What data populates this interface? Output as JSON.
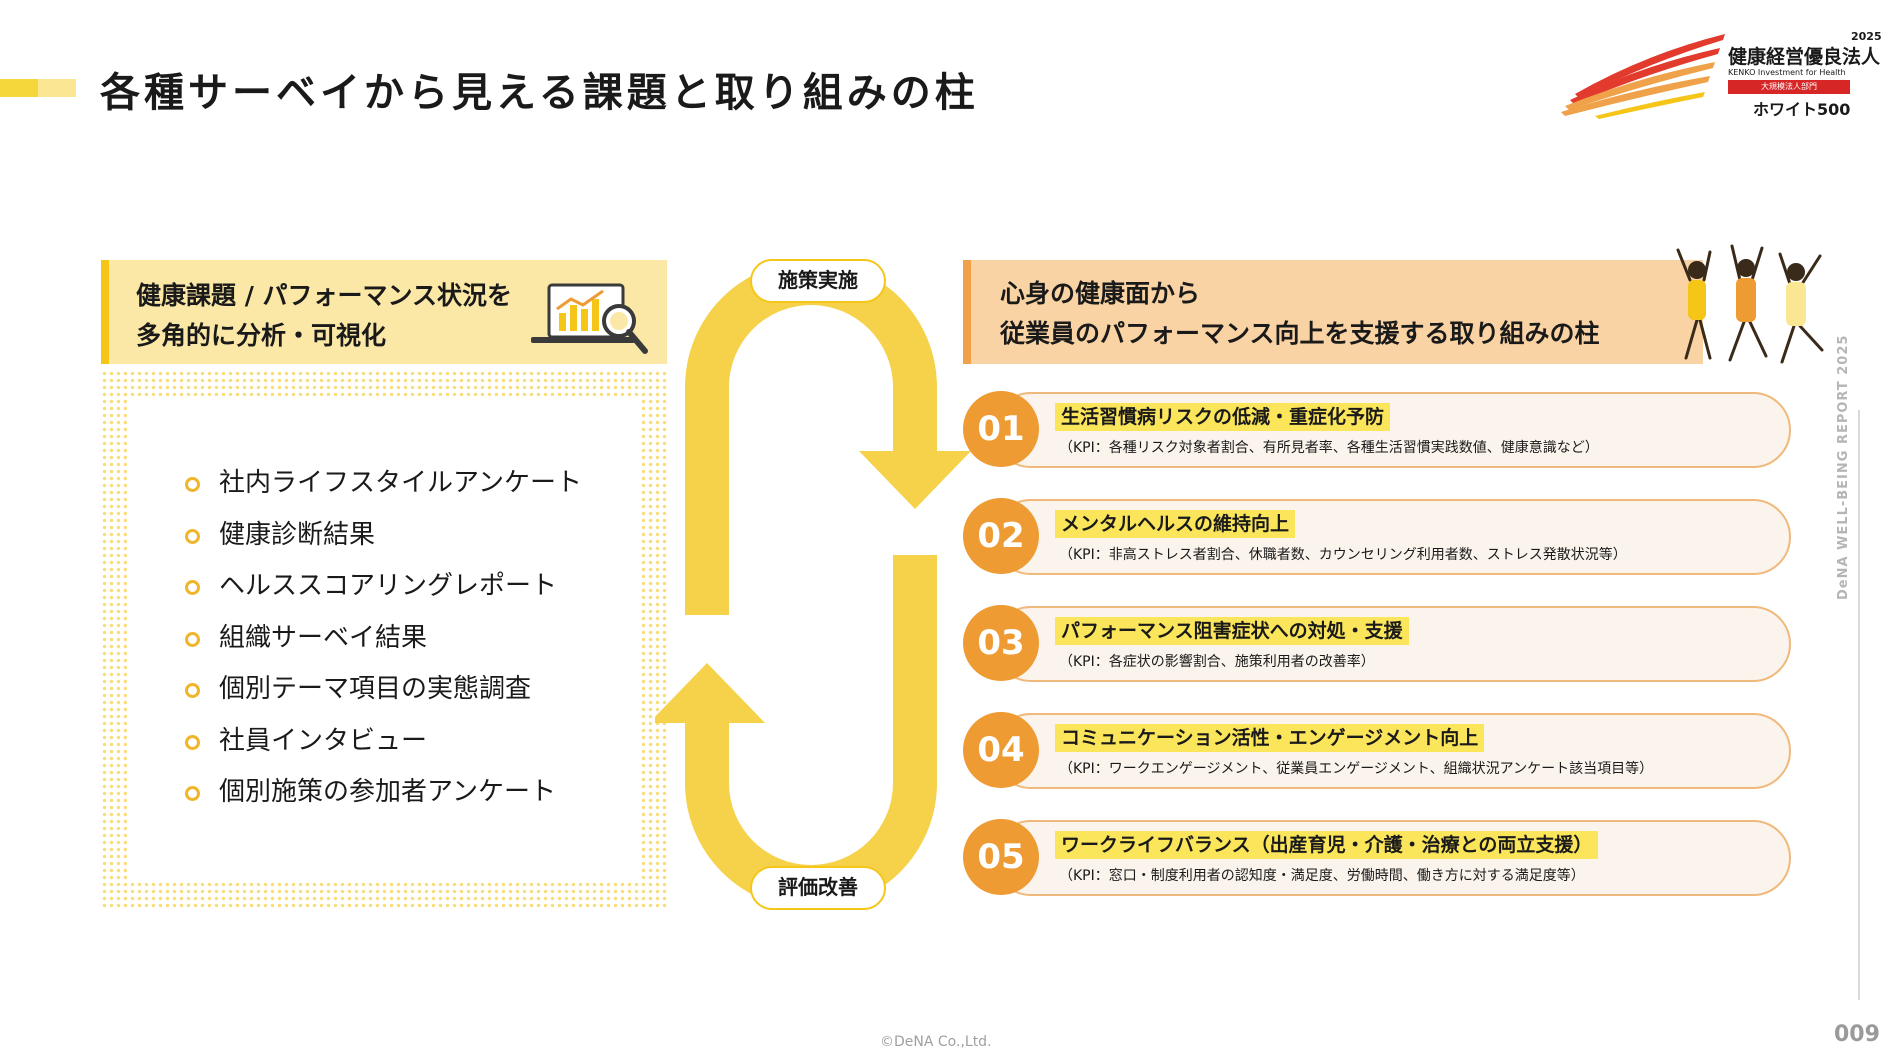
{
  "header": {
    "title": "各種サーベイから見える課題と取り組みの柱"
  },
  "badge": {
    "year": "2025",
    "name": "健康経営優良法人",
    "english": "KENKO Investment for Health",
    "category": "大規模法人部門",
    "tier": "ホワイト500",
    "colors": {
      "red": "#d62626",
      "orange": "#ee9b33"
    }
  },
  "left": {
    "heading_line1": "健康課題 / パフォーマンス状況を",
    "heading_line2": "多角的に分析・可視化",
    "icon": "laptop-chart-magnifier-icon",
    "surveys": [
      "社内ライフスタイルアンケート",
      "健康診断結果",
      "ヘルススコアリングレポート",
      "組織サーベイ結果",
      "個別テーマ項目の実態調査",
      "社員インタビュー",
      "個別施策の参加者アンケート"
    ]
  },
  "cycle": {
    "top_label": "施策実施",
    "bottom_label": "評価改善",
    "color": "#f5d24a"
  },
  "right": {
    "heading_line1": "心身の健康面から",
    "heading_line2": "従業員のパフォーマンス向上を支援する取り組みの柱",
    "pillars": [
      {
        "num": "01",
        "title": "生活習慣病リスクの低減・重症化予防",
        "kpi": "（KPI：各種リスク対象者割合、有所見者率、各種生活習慣実践数値、健康意識など）"
      },
      {
        "num": "02",
        "title": "メンタルヘルスの維持向上",
        "kpi": "（KPI：非高ストレス者割合、休職者数、カウンセリング利用者数、ストレス発散状況等）"
      },
      {
        "num": "03",
        "title": "パフォーマンス阻害症状への対処・支援",
        "kpi": "（KPI：各症状の影響割合、施策利用者の改善率）"
      },
      {
        "num": "04",
        "title": "コミュニケーション活性・エンゲージメント向上",
        "kpi": "（KPI：ワークエンゲージメント、従業員エンゲージメント、組織状況アンケート該当項目等）"
      },
      {
        "num": "05",
        "title": "ワークライフバランス（出産育児・介護・治療との両立支援）",
        "kpi": "（KPI：窓口・制度利用者の認知度・満足度、労働時間、働き方に対する満足度等）"
      }
    ]
  },
  "footer": {
    "copyright": "©DeNA Co.,Ltd.",
    "report": "DeNA WELL-BEING REPORT 2025",
    "page": "009"
  }
}
